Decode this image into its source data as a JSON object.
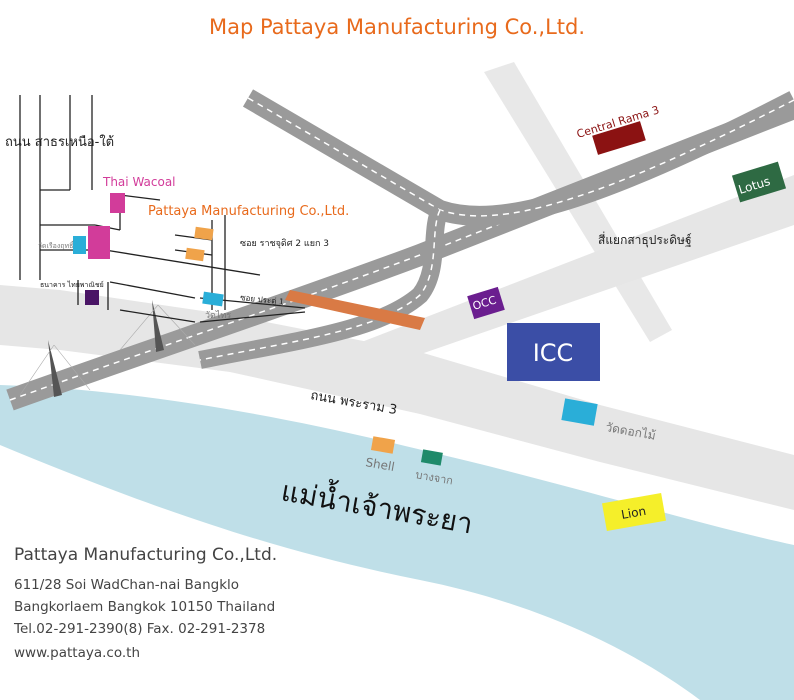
{
  "title": "Map Pattaya Manufacturing Co.,Ltd.",
  "streets": {
    "north_road": "ถนน สาธรเหนือ-ใต้",
    "rama3_road": "ถนน พระราม 3",
    "soi_ratchadet": "ซอย ราชจุดิศ 2 แยก 3",
    "soi_pradu1": "ซอย ประดู่ 1",
    "junction": "สี่แยกสาธุประดิษฐ์",
    "river": "แม่น้ำเจ้าพระยา"
  },
  "places": {
    "company": "Pattaya Manufacturing Co.,Ltd.",
    "thai_wacoal": "Thai Wacoal",
    "central_rama3": "Central Rama 3",
    "lotus": "Lotus",
    "occ": "OCC",
    "icc": "ICC",
    "wat_dok_mai": "วัดดอกไม้",
    "shell": "Shell",
    "bang_chak": "บางจาก",
    "lion": "Lion",
    "wat_sai": "วัดไทร",
    "wat_ruenrot": "วัดเรืองฤทธิ์",
    "thai_farmers_bank": "ธนาคาร ไทยพาณิชย์"
  },
  "address": {
    "company": "Pattaya Manufacturing Co.,Ltd.",
    "line1": "611/28 Soi WadChan-nai Bangklo",
    "line2": "Bangkorlaem Bangkok 10150 Thailand",
    "line3": "Tel.02-291-2390(8) Fax. 02-291-2378",
    "website": "www.pattaya.co.th"
  },
  "colors": {
    "road": "#e6e6e6",
    "expressway": "#9a9a9a",
    "river": "#bfdfe8",
    "title": "#e86a1c",
    "icc": "#3b4ea6",
    "occ": "#6b1e8f",
    "lotus": "#2e6a43",
    "central": "#8b1212",
    "lion": "#f5ef2a",
    "shell": "#f0a34a",
    "bangchak": "#1f8a6a",
    "wat": "#2aaed8"
  }
}
